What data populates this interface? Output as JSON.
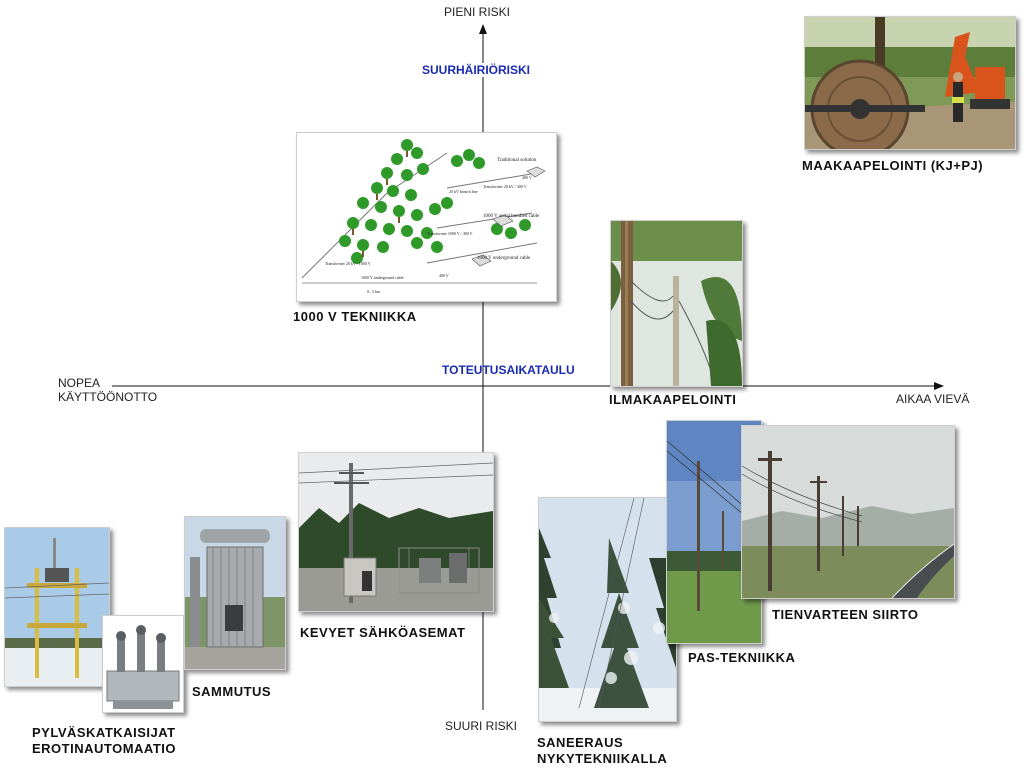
{
  "axes": {
    "top": "PIENI RISKI",
    "bottom": "SUURI RISKI",
    "left_line1": "NOPEA",
    "left_line2": "KÄYTTÖÖNOTTO",
    "right": "AIKAA VIEVÄ",
    "vertical_title": "SUURHÄIRIÖRISKI",
    "horizontal_title": "TOTEUTUSAIKATAULU"
  },
  "items": {
    "maakaapelointi": "MAAKAAPELOINTI (KJ+PJ)",
    "tekniikka_1000v": "1000 V TEKNIIKKA",
    "ilmakaapelointi": "ILMAKAAPELOINTI",
    "kevyet": "KEVYET SÄHKÖASEMAT",
    "sammutus": "SAMMUTUS",
    "pylvas_line1": "PYLVÄSKATKAISIJAT",
    "pylvas_line2": "EROTINAUTOMAATIO",
    "tienvarteen": "TIENVARTEEN SIIRTO",
    "pas": "PAS-TEKNIIKKA",
    "saneeraus_line1": "SANEERAUS",
    "saneeraus_line2": "NYKYTEKNIIKALLA"
  },
  "diagram_1000v": {
    "traditional": "Traditional solution",
    "aerial": "1000 V aerial bundled cable",
    "underground": "1000 V underground cable",
    "underground2": "1000 V underground cable",
    "transformer1": "Transformer 20 kV / 400 V",
    "transformer2": "Transformer 1000 V / 400 V",
    "transformer3": "Transformer 20 kV / 1000 V",
    "v400a": "400 V",
    "v400b": "400 V",
    "branch": "20 kV branch line",
    "distance": "0...5 km"
  },
  "colors": {
    "axis_title": "#1a2bb0",
    "axis_line": "#000000"
  }
}
